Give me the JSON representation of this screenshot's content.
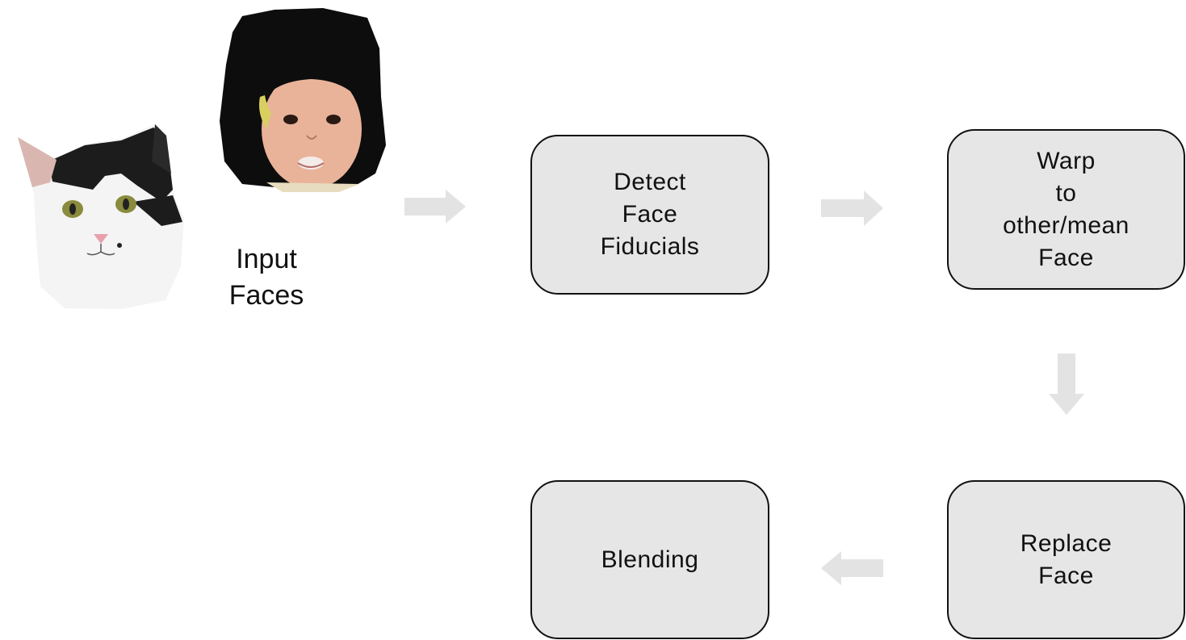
{
  "input": {
    "label_lines": [
      "Input",
      "Faces"
    ],
    "faces": [
      {
        "subject": "cat-face",
        "fur_colors": [
          "#f5f5f5",
          "#1a1a1a"
        ],
        "eye_color": "#8a8b3c",
        "nose_color": "#e8a0ad"
      },
      {
        "subject": "child-face",
        "hat_color": "#0d0d0d",
        "skin_color": "#e9b39a"
      }
    ]
  },
  "steps": [
    {
      "lines": [
        "Detect",
        "Face",
        "Fiducials"
      ]
    },
    {
      "lines": [
        "Warp",
        "to",
        "other/mean",
        "Face"
      ]
    },
    {
      "lines": [
        "Replace",
        "Face"
      ]
    },
    {
      "lines": [
        "Blending"
      ]
    }
  ],
  "colors": {
    "box_fill": "#e6e6e6",
    "box_border": "#111111",
    "arrow": "#e3e3e3",
    "text": "#111111"
  }
}
